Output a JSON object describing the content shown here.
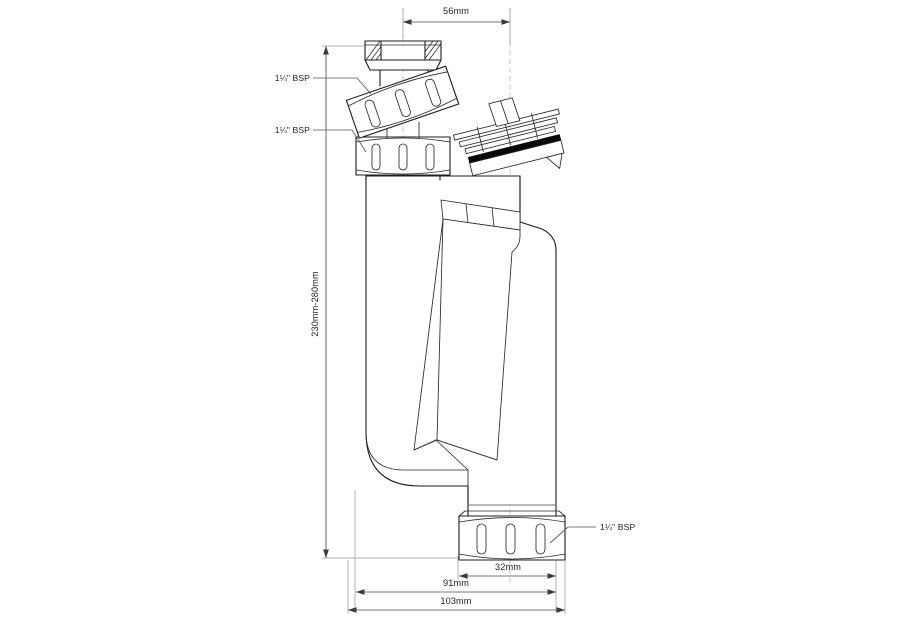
{
  "drawing": {
    "title": "Bottle trap technical drawing",
    "subject": "plumbing-bottle-trap",
    "background_color": "#ffffff",
    "line_color": "#1d1d1d",
    "dimension_line_color": "#4a4a4a",
    "centerline_color": "#b4b4b4",
    "seal_color": "#080808"
  },
  "dimensions": {
    "top_width": {
      "label": "56mm",
      "orientation": "horizontal",
      "position": "top"
    },
    "overall_height": {
      "label": "230mm-280mm",
      "orientation": "vertical",
      "position": "left"
    },
    "outlet_width": {
      "label": "32mm",
      "orientation": "horizontal",
      "position": "bottom"
    },
    "inner_width": {
      "label": "91mm",
      "orientation": "horizontal",
      "position": "bottom"
    },
    "overall_width": {
      "label": "103mm",
      "orientation": "horizontal",
      "position": "bottom"
    }
  },
  "callouts": [
    {
      "label": "1¼\" BSP",
      "target": "inlet-swivel-nut",
      "side": "left"
    },
    {
      "label": "1¼\" BSP",
      "target": "body-top-nut",
      "side": "left"
    },
    {
      "label": "1¼\" BSP",
      "target": "outlet-nut",
      "side": "right"
    }
  ],
  "parts": [
    {
      "name": "inlet-flange-ring",
      "description": "hatched sectioned inlet flange ring at top"
    },
    {
      "name": "inlet-swivel-nut",
      "description": "tilted ribbed swivel nut below inlet flange"
    },
    {
      "name": "body-top-nut",
      "description": "ribbed compression nut at top of trap body"
    },
    {
      "name": "trap-body",
      "description": "main U-shaped bottle trap body"
    },
    {
      "name": "dip-tube",
      "description": "internal dip tube shown inside body"
    },
    {
      "name": "outlet-nut",
      "description": "ribbed compression nut at outlet"
    },
    {
      "name": "seal-assembly",
      "description": "exploded tilted seal / grating washer assembly with black gasket band"
    }
  ]
}
